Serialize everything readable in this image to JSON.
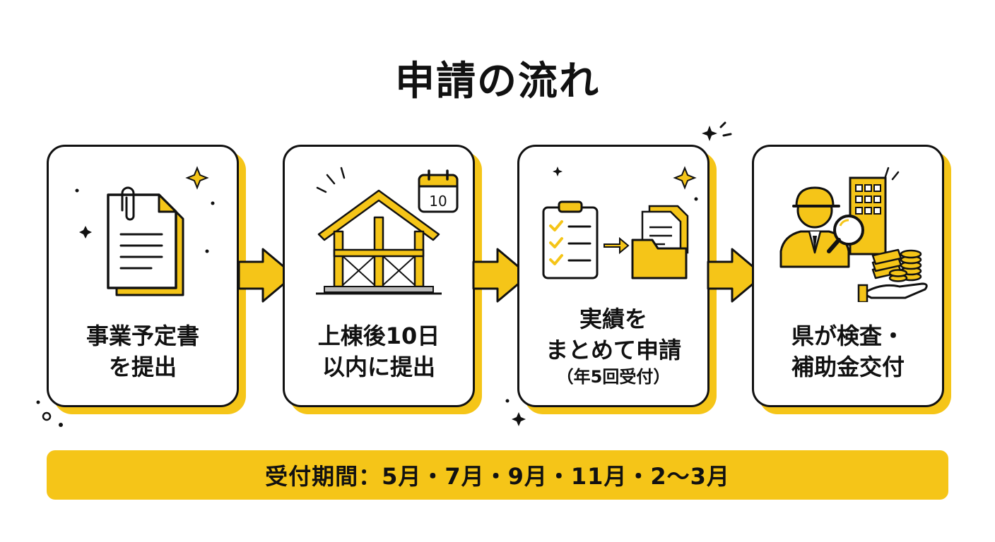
{
  "title": "申請の流れ",
  "steps": [
    {
      "lines": [
        "事業予定書",
        "を提出"
      ],
      "icon": "document-icon"
    },
    {
      "lines": [
        "上棟後10日",
        "以内に提出"
      ],
      "icon": "house-frame-icon",
      "calendar_day": "10"
    },
    {
      "lines": [
        "実績を",
        "まとめて申請"
      ],
      "sub": "（年5回受付）",
      "icon": "checklist-to-folder-icon"
    },
    {
      "lines": [
        "県が検査・",
        "補助金交付"
      ],
      "icon": "inspector-money-icon"
    }
  ],
  "banner": {
    "text": "受付期間：5月・7月・9月・11月・2〜3月"
  },
  "colors": {
    "accent": "#F5C518",
    "outline": "#111111",
    "background": "#FFFFFF"
  }
}
